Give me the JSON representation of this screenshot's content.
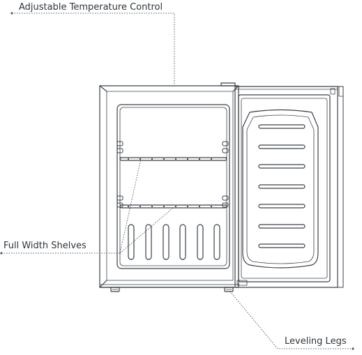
{
  "callouts": {
    "temperature": "Adjustable Temperature Control",
    "shelves": "Full Width Shelves",
    "legs": "Leveling Legs"
  },
  "colors": {
    "line": "#3a4047",
    "leader": "#555b61",
    "text": "#2f353b"
  }
}
